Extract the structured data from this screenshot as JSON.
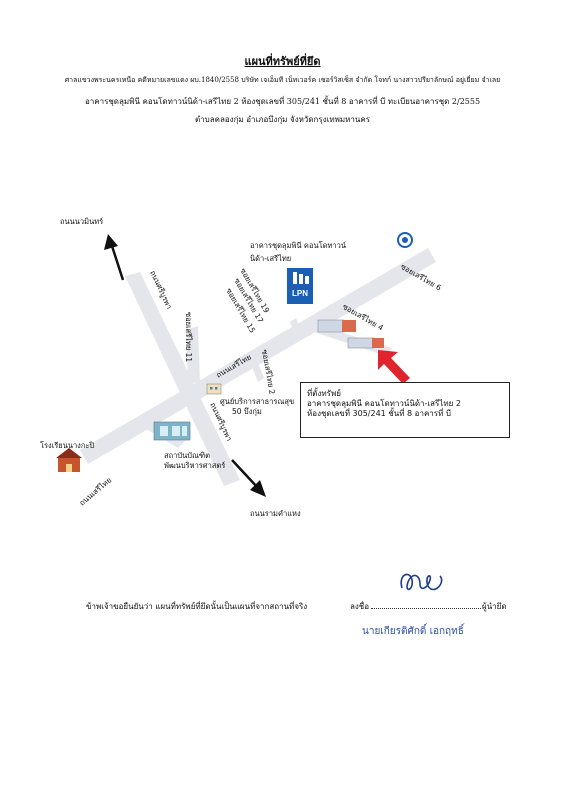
{
  "header": {
    "title": "แผนที่ทรัพย์ที่ยึด",
    "line1": "ศาลแขวงพระนครเหนือ คดีหมายเลขแดง ผบ.1840/2558 บริษัท เจเอ็มที เน็ทเวอร์ค เซอร์วิสเซ็ส จำกัด โจทก์ นางสาวปรียาลักษณ์ อยู่เยี่ยม จำเลย",
    "line2": "อาคารชุดลุมพินี คอนโดทาวน์นิด้า-เสรีไทย 2 ห้องชุดเลขที่ 305/241 ชั้นที่ 8 อาคารที่ บี ทะเบียนอาคารชุด 2/2555",
    "line3": "ตำบลคลองกุ่ม อำเภอบึงกุ่ม จังหวัดกรุงเทพมหานคร"
  },
  "map": {
    "road_nawamin": "ถนนนวมินทร์",
    "road_sriburapha": "ถนนศรีบูรพา",
    "road_serithai": "ถนนเสรีไทย",
    "road_ramkhamhaeng": "ถนนรามคำแหง",
    "soi_11": "ซอยเสรีไทย 11",
    "soi_19": "ซอยเสรีไทย 19",
    "soi_17": "ซอยเสรีไทย 17",
    "soi_15": "ซอยเสรีไทย 15",
    "soi_2": "ซอยเสรีไทย 2",
    "soi_4": "ซอยเสรีไทย 4",
    "soi_6": "ซอยเสรีไทย 6",
    "condo_name_1": "อาคารชุดลุมพินี คอนโดทาวน์",
    "condo_name_2": "นิด้า-เสรีไทย",
    "lpn_logo_text": "LPN",
    "health_center_1": "ศูนย์บริการสาธารณสุข",
    "health_center_2": "50 บึงกุ่ม",
    "nida_1": "สถาบันบัณฑิต",
    "nida_2": "พัฒนบริหารศาสตร์",
    "school": "โรงเรียนนางกะปิ",
    "arrow_color": "#e0242e",
    "road_color": "#e4e6ec",
    "accent_blue": "#1a5fb4"
  },
  "location_box": {
    "heading": "ที่ตั้งทรัพย์",
    "line1": "อาคารชุดลุมพินี คอนโดทาวน์นิด้า-เสรีไทย 2",
    "line2": "ห้องชุดเลขที่ 305/241 ชั้นที่ 8 อาคารที่ บี"
  },
  "footer": {
    "certify": "ข้าพเจ้าขอยืนยันว่า แผนที่ทรัพย์ที่ยึดนั้นเป็นแผนที่จากสถานที่จริง",
    "sign_prefix": "ลงชื่อ",
    "sign_suffix": "ผู้นำยึด",
    "signer_name": "นายเกียรติศักดิ์ เอกฤทธิ์"
  }
}
